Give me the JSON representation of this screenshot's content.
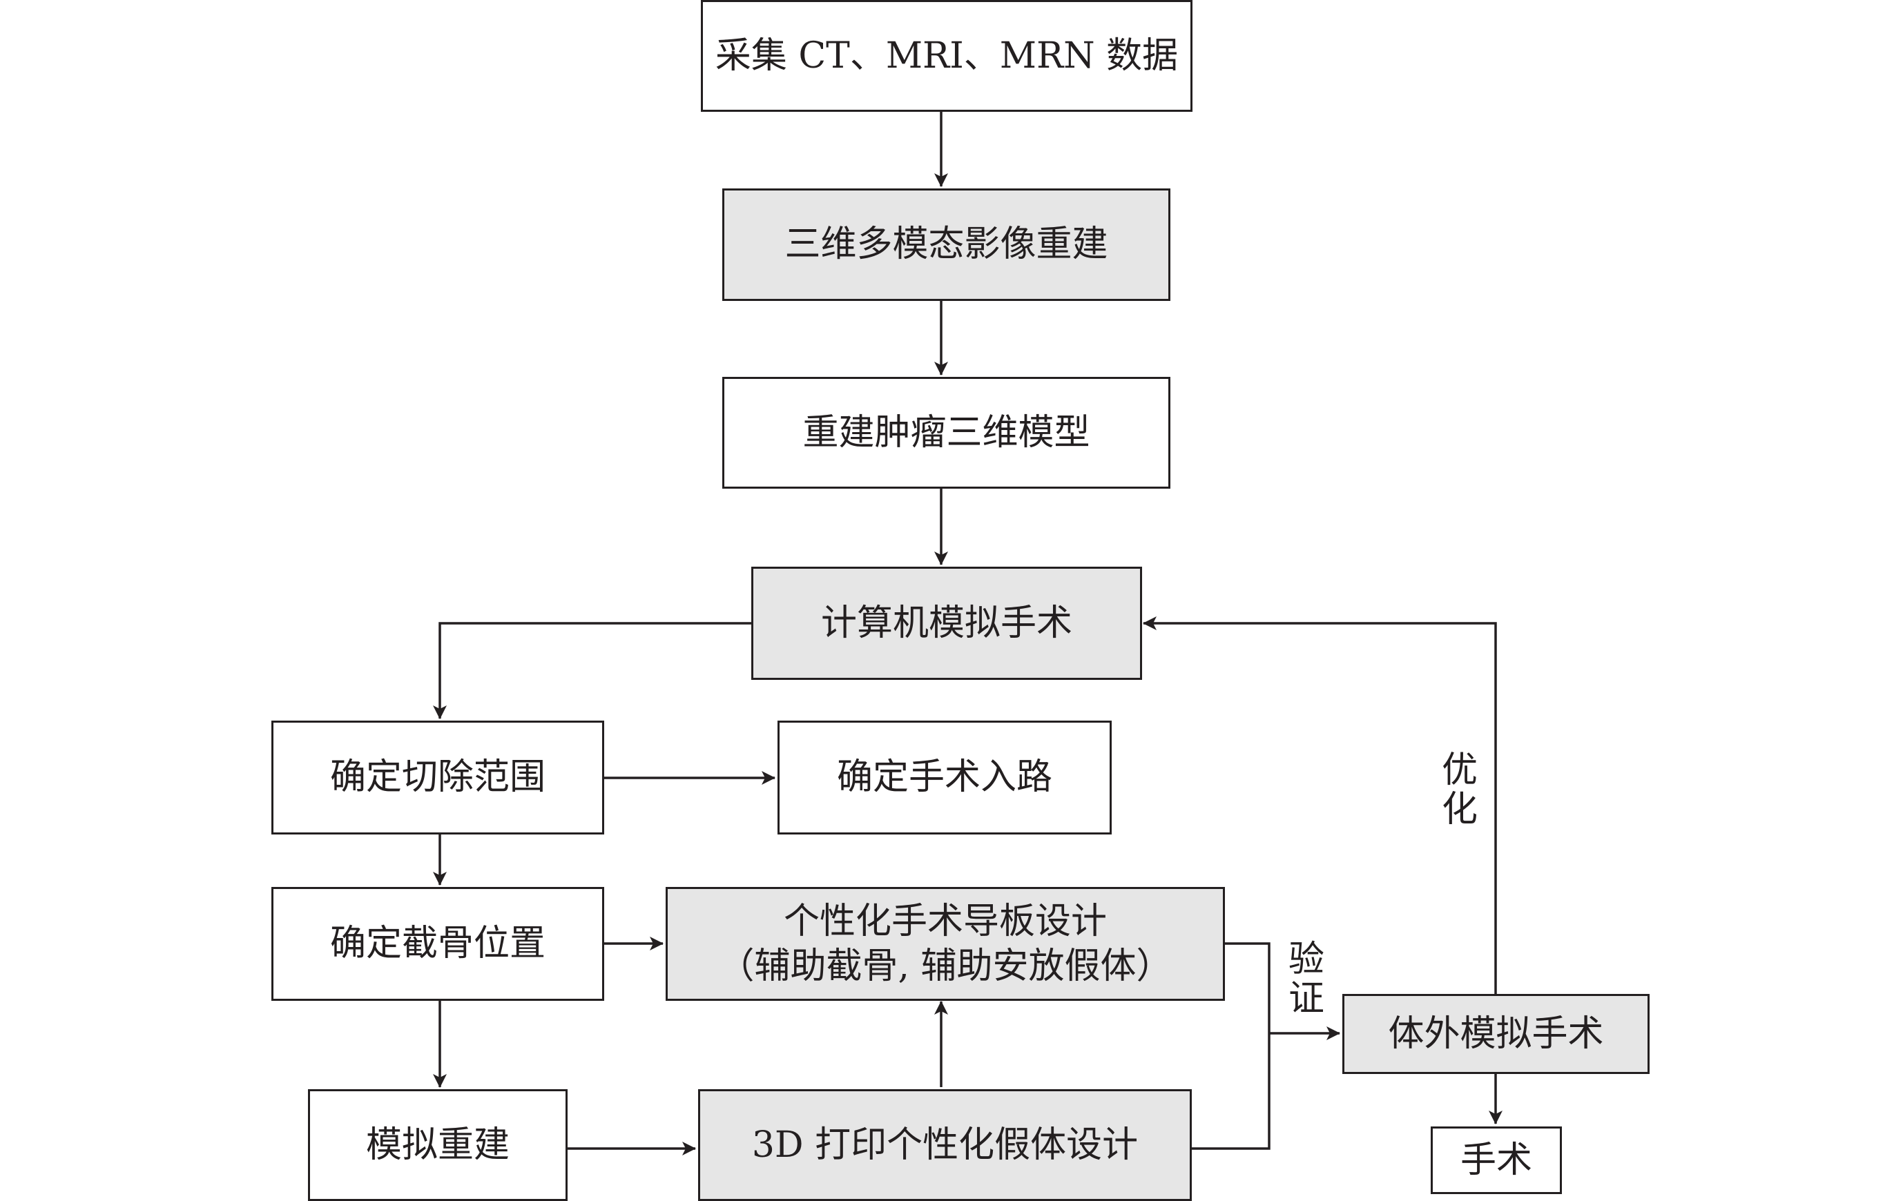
{
  "nodes": {
    "collect": "采集 CT、MRI、MRN 数据",
    "recon3d": "三维多模态影像重建",
    "tumor_model": "重建肿瘤三维模型",
    "computer_sim": "计算机模拟手术",
    "resection_range": "确定切除范围",
    "surgical_approach": "确定手术入路",
    "osteotomy_position": "确定截骨位置",
    "guide_design_line1": "个性化手术导板设计",
    "guide_design_line2": "（辅助截骨, 辅助安放假体）",
    "sim_reconstruction": "模拟重建",
    "print_prosthesis": "3D 打印个性化假体设计",
    "in_vitro_sim": "体外模拟手术",
    "surgery": "手术"
  },
  "labels": {
    "optimize_1": "优",
    "optimize_2": "化",
    "verify_1": "验",
    "verify_2": "证"
  },
  "colors": {
    "line": "#231f20",
    "shaded_fill": "#e6e6e6",
    "plain_fill": "#ffffff"
  }
}
